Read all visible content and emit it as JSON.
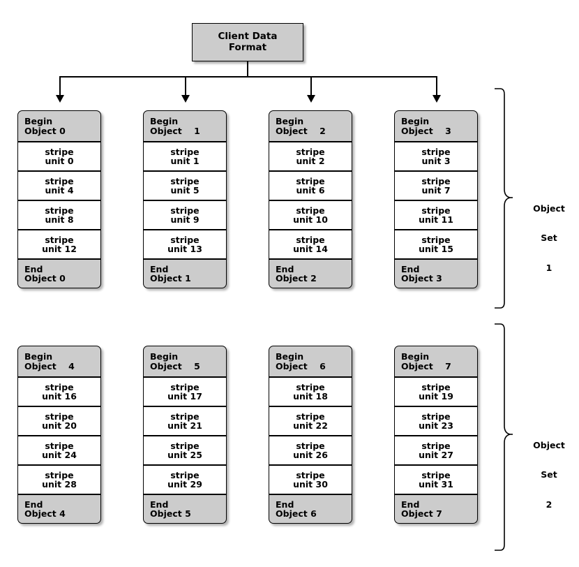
{
  "diagram": {
    "title_lines": [
      "Client Data",
      "Format"
    ],
    "colors": {
      "node_fill": "#CCCCCC",
      "stripe_fill": "#FFFFFF",
      "line": "#000000",
      "background": "#FFFFFF"
    }
  },
  "groups": [
    {
      "bracket_label_lines": [
        "Object",
        "Set",
        "1"
      ],
      "columns": [
        {
          "begin_label_line1": "Begin",
          "begin_label_line2": "Object 0",
          "stripes": [
            "stripe\nunit 0",
            "stripe\nunit 4",
            "stripe\nunit 8",
            "stripe\nunit 12"
          ],
          "end_label_line1": "End",
          "end_label_line2": "Object 0"
        },
        {
          "begin_label_line1": "Begin",
          "begin_label_line2": "Object    1",
          "stripes": [
            "stripe\nunit 1",
            "stripe\nunit 5",
            "stripe\nunit 9",
            "stripe\nunit 13"
          ],
          "end_label_line1": "End",
          "end_label_line2": "Object 1"
        },
        {
          "begin_label_line1": "Begin",
          "begin_label_line2": "Object    2",
          "stripes": [
            "stripe\nunit 2",
            "stripe\nunit 6",
            "stripe\nunit 10",
            "stripe\nunit 14"
          ],
          "end_label_line1": "End",
          "end_label_line2": "Object 2"
        },
        {
          "begin_label_line1": "Begin",
          "begin_label_line2": "Object    3",
          "stripes": [
            "stripe\nunit 3",
            "stripe\nunit 7",
            "stripe\nunit 11",
            "stripe\nunit 15"
          ],
          "end_label_line1": "End",
          "end_label_line2": "Object 3"
        }
      ]
    },
    {
      "bracket_label_lines": [
        "Object",
        "Set",
        "2"
      ],
      "columns": [
        {
          "begin_label_line1": "Begin",
          "begin_label_line2": "Object    4",
          "stripes": [
            "stripe\nunit 16",
            "stripe\nunit 20",
            "stripe\nunit 24",
            "stripe\nunit 28"
          ],
          "end_label_line1": "End",
          "end_label_line2": "Object 4"
        },
        {
          "begin_label_line1": "Begin",
          "begin_label_line2": "Object    5",
          "stripes": [
            "stripe\nunit 17",
            "stripe\nunit 21",
            "stripe\nunit 25",
            "stripe\nunit 29"
          ],
          "end_label_line1": "End",
          "end_label_line2": "Object 5"
        },
        {
          "begin_label_line1": "Begin",
          "begin_label_line2": "Object    6",
          "stripes": [
            "stripe\nunit 18",
            "stripe\nunit 22",
            "stripe\nunit 26",
            "stripe\nunit 30"
          ],
          "end_label_line1": "End",
          "end_label_line2": "Object 6"
        },
        {
          "begin_label_line1": "Begin",
          "begin_label_line2": "Object    7",
          "stripes": [
            "stripe\nunit 19",
            "stripe\nunit 23",
            "stripe\nunit 27",
            "stripe\nunit 31"
          ],
          "end_label_line1": "End",
          "end_label_line2": "Object 7"
        }
      ]
    }
  ]
}
